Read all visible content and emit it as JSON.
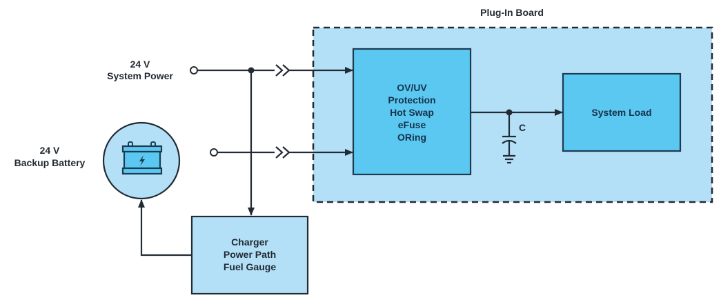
{
  "title": "Plug-In Board",
  "colors": {
    "board_fill": "#b3e0f7",
    "block_fill": "#5bc8f2",
    "charger_fill": "#b3e0f7",
    "line": "#222a33",
    "block_text": "#16324a"
  },
  "inputs": {
    "system_power": {
      "line1": "24 V",
      "line2": "System Power"
    },
    "backup_battery": {
      "line1": "24 V",
      "line2": "Backup Battery",
      "icon": "battery-icon"
    }
  },
  "blocks": {
    "protection": {
      "lines": [
        "OV/UV",
        "Protection",
        "Hot Swap",
        "eFuse",
        "ORing"
      ]
    },
    "system_load": {
      "label": "System Load"
    },
    "charger": {
      "lines": [
        "Charger",
        "Power Path",
        "Fuel Gauge"
      ]
    }
  },
  "capacitor": {
    "label": "C"
  },
  "connections": [
    {
      "from": "system_power",
      "to": "protection",
      "type": "connector"
    },
    {
      "from": "backup_battery_terminal",
      "to": "protection",
      "type": "connector"
    },
    {
      "from": "system_power",
      "to": "charger"
    },
    {
      "from": "charger",
      "to": "backup_battery"
    },
    {
      "from": "protection",
      "to": "system_load",
      "via": "capacitor_node"
    }
  ]
}
